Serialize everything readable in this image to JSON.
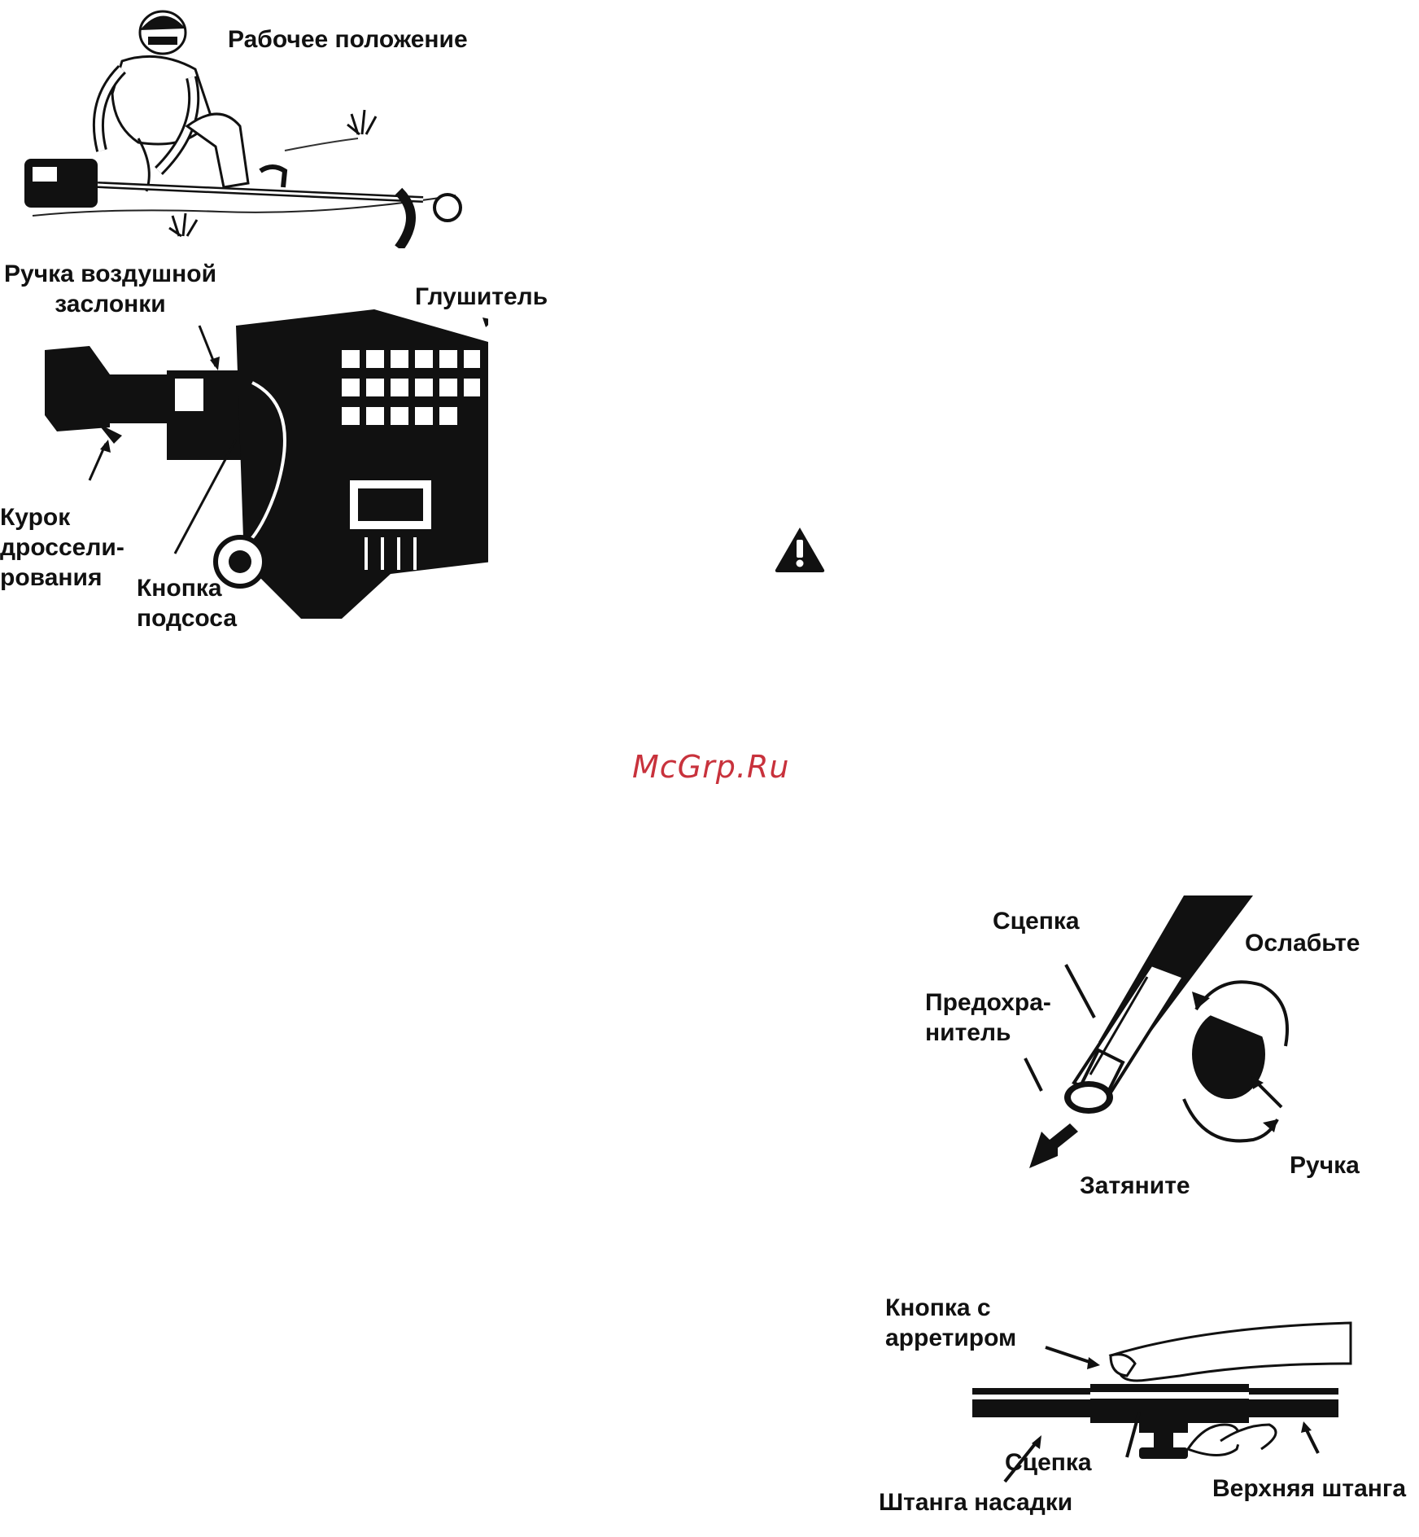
{
  "figure_operating": {
    "title": "Рабочее положение"
  },
  "figure_engine": {
    "labels": {
      "choke": "Ручка воздушной\nзаслонки",
      "muffler": "Глушитель",
      "throttle": "Курок\nдроссели-\nрования",
      "primer": "Кнопка\nподсоса"
    }
  },
  "warning": {
    "icon": "warning-triangle-icon"
  },
  "watermark": {
    "text": "McGrp.Ru",
    "color": "#c8323c"
  },
  "figure_coupler": {
    "labels": {
      "coupler": "Сцепка",
      "loosen": "Ослабьте",
      "guard": "Предохра-\nнитель",
      "knob": "Ручка",
      "tighten": "Затяните"
    }
  },
  "figure_release": {
    "labels": {
      "button": "Кнопка с\nарретиром",
      "coupler": "Сцепка",
      "lower_shaft": "Штанга насадки",
      "upper_shaft": "Верхняя штанга"
    }
  }
}
